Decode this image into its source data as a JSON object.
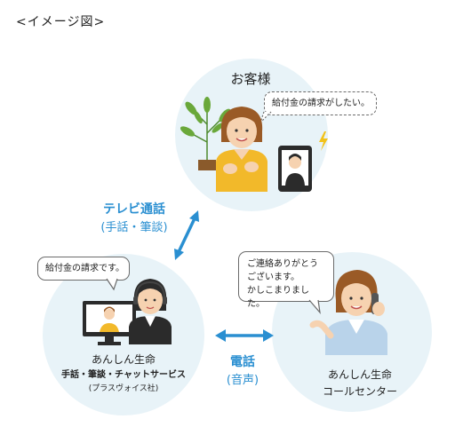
{
  "header": {
    "title": "<イメージ図>"
  },
  "customer": {
    "label": "お客様",
    "bubble": "給付金の請求がしたい。"
  },
  "video_call": {
    "title": "テレビ通話",
    "sub": "(手話・筆談)"
  },
  "service": {
    "bubble": "給付金の請求です。",
    "name": "あんしん生命",
    "desc": "手話・筆談・チャットサービス",
    "company": "(プラスヴォイス社)"
  },
  "phone": {
    "title": "電話",
    "sub": "(音声)"
  },
  "call_center": {
    "bubble_lines": [
      "ご連絡ありがとう",
      "ございます。",
      "かしこまりました。"
    ],
    "name": "あんしん生命",
    "dept": "コールセンター"
  },
  "colors": {
    "accent": "#2a8fd1",
    "circle_fill": "#e8f3f8",
    "arrow": "#2a8fd1"
  }
}
